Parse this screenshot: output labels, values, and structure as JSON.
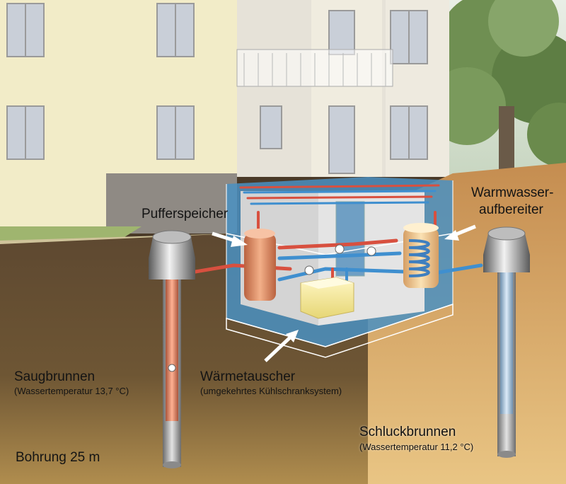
{
  "colors": {
    "wall": "#efe7c3",
    "ground_left": "#5b4630",
    "ground_right": "#c99a5c",
    "hot_pipe": "#d8503f",
    "cold_pipe": "#3f8fcf",
    "arrow": "#ffffff"
  },
  "labels": {
    "pufferspeicher": "Pufferspeicher",
    "warmwasser_line1": "Warmwasser-",
    "warmwasser_line2": "aufbereiter",
    "waermetauscher": "Wärmetauscher",
    "waermetauscher_note": "(umgekehrtes Kühlschranksystem)",
    "saugbrunnen": "Saugbrunnen",
    "saugbrunnen_note": "(Wassertemperatur 13,7 °C)",
    "schluckbrunnen": "Schluckbrunnen",
    "schluckbrunnen_note": "(Wassertemperatur 11,2 °C)",
    "bohrung": "Bohrung 25 m"
  }
}
